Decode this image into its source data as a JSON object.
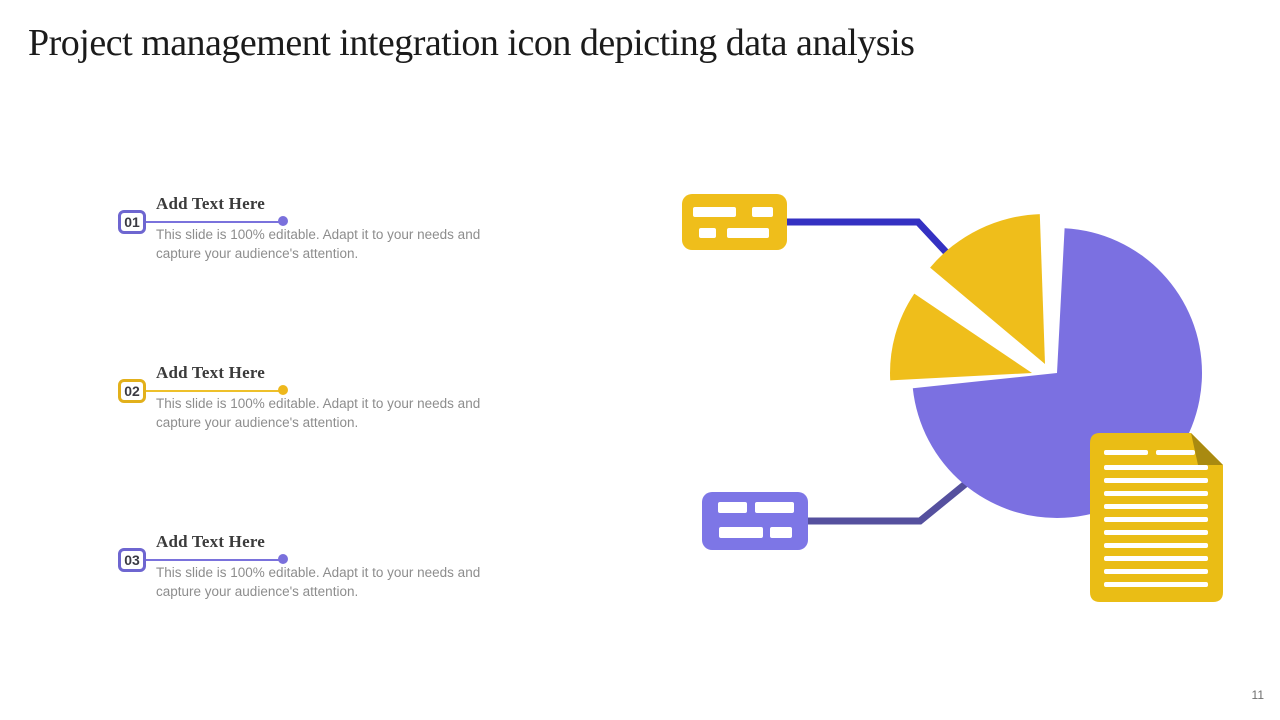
{
  "slide": {
    "title": "Project management integration icon depicting data analysis",
    "page_number": "11"
  },
  "items": [
    {
      "number": "01",
      "heading": "Add Text Here",
      "body": "This slide is 100% editable. Adapt it to your needs and capture your audience's attention.",
      "accent": "#6e66d0"
    },
    {
      "number": "02",
      "heading": "Add Text Here",
      "body": "This slide is 100% editable. Adapt it to your needs and capture your audience's attention.",
      "accent": "#e2b01b"
    },
    {
      "number": "03",
      "heading": "Add Text Here",
      "body": "This slide is 100% editable. Adapt it to your needs and capture your audience's attention.",
      "accent": "#6e66d0"
    }
  ],
  "graphic": {
    "icons": [
      "yellow-data-card-icon",
      "purple-data-card-icon",
      "pie-chart-icon",
      "document-icon"
    ],
    "colors": {
      "pie_purple": "#7b70e1",
      "slice_yellow": "#efbe1b",
      "blue_connector": "#3431c2",
      "purple_connector": "#55509e",
      "card_purple": "#7d76e6",
      "card_yellow": "#efbe1b",
      "document_yellow": "#eabd15",
      "document_fold": "#a98a10"
    }
  }
}
